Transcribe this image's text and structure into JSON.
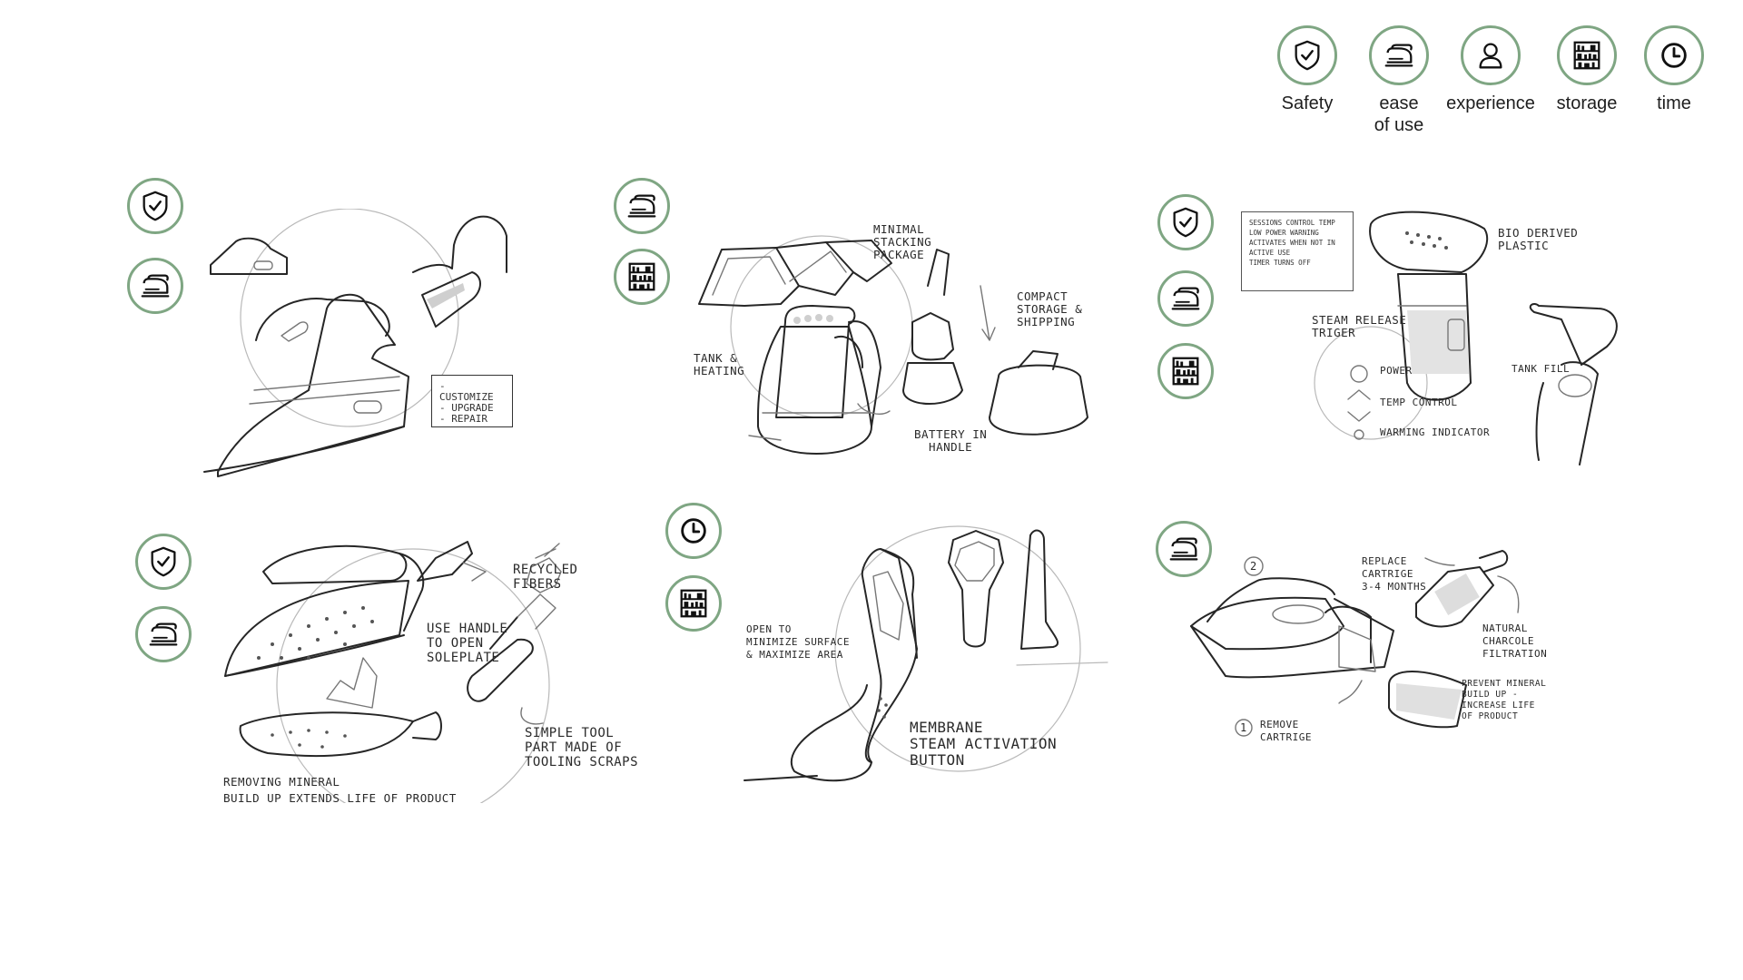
{
  "legend": {
    "items": [
      {
        "label": "Safety",
        "icon": "shield-check-icon"
      },
      {
        "label": "ease\nof use",
        "icon": "iron-icon"
      },
      {
        "label": "experience",
        "icon": "person-icon"
      },
      {
        "label": "storage",
        "icon": "shelf-icon"
      },
      {
        "label": "time",
        "icon": "clock-icon"
      }
    ]
  },
  "colors": {
    "badge_ring": "#7fa683",
    "ink": "#262626"
  },
  "panels": {
    "p1": {
      "box_note": "- CUSTOMIZE\n- UPGRADE\n- REPAIR"
    },
    "p2": {
      "note_minimal": "MINIMAL\nSTACKING\nPACKAGE",
      "note_compact": "COMPACT\nSTORAGE &\nSHIPPING",
      "note_tank": "TANK &\nHEATING",
      "note_battery": "BATTERY IN\nHANDLE"
    },
    "p3": {
      "box_note": "SESSIONS CONTROL TEMP\nLOW POWER WARNING\nACTIVATES WHEN NOT IN ACTIVE USE\nTIMER TURNS OFF",
      "note_bio": "BIO DERIVED\nPLASTIC",
      "note_steam": "STEAM RELEASE\nTRIGER",
      "note_power": "POWER",
      "note_temp": "TEMP CONTROL",
      "note_warming": "WARMING INDICATOR",
      "note_tank_fill": "TANK FILL"
    },
    "p4": {
      "note_recycled": "RECYCLED\nFIBERS",
      "note_handle": "USE HANDLE\nTO OPEN\nSOLEPLATE",
      "note_tool": "SIMPLE TOOL\nPART MADE OF\nTOOLING SCRAPS",
      "note_mineral": "REMOVING MINERAL\nBUILD UP EXTENDS LIFE OF PRODUCT"
    },
    "p5": {
      "note_open": "OPEN TO\nMINIMIZE SURFACE\n& MAXIMIZE AREA",
      "note_membrane": "MEMBRANE\nSTEAM ACTIVATION\nBUTTON"
    },
    "p6": {
      "note_replace": "REPLACE\nCARTRIGE\n3-4 MONTHS",
      "note_natural": "NATURAL\nCHARCOLE\nFILTRATION",
      "note_prevent": "PREVENT MINERAL\nBUILD UP -\nINCREASE LIFE\nOF PRODUCT",
      "note_remove": "REMOVE\nCARTRIGE",
      "step1": "1",
      "step2": "2"
    }
  }
}
